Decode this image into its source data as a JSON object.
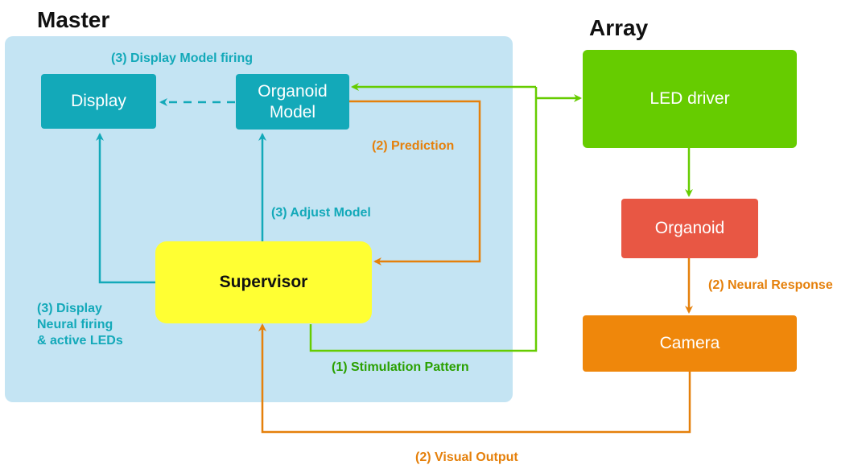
{
  "sections": {
    "master": "Master",
    "array": "Array"
  },
  "nodes": {
    "display": "Display",
    "organoid_model": "Organoid\nModel",
    "supervisor": "Supervisor",
    "led_driver": "LED driver",
    "organoid": "Organoid",
    "camera": "Camera"
  },
  "edge_labels": {
    "display_model_firing": "(3) Display Model firing",
    "prediction": "(2) Prediction",
    "adjust_model": "(3) Adjust Model",
    "display_neural_firing": "(3) Display\nNeural firing\n& active LEDs",
    "stimulation_pattern": "(1) Stimulation Pattern",
    "neural_response": "(2) Neural Response",
    "visual_output": "(2) Visual Output"
  },
  "colors": {
    "master_panel": "#c4e4f3",
    "teal": "#13a9b9",
    "supervisor": "#ffff33",
    "led_driver": "#66cc00",
    "organoid": "#e85744",
    "camera": "#ef870b",
    "orange_arrow": "#e5800b",
    "green_arrow": "#66cc00"
  }
}
